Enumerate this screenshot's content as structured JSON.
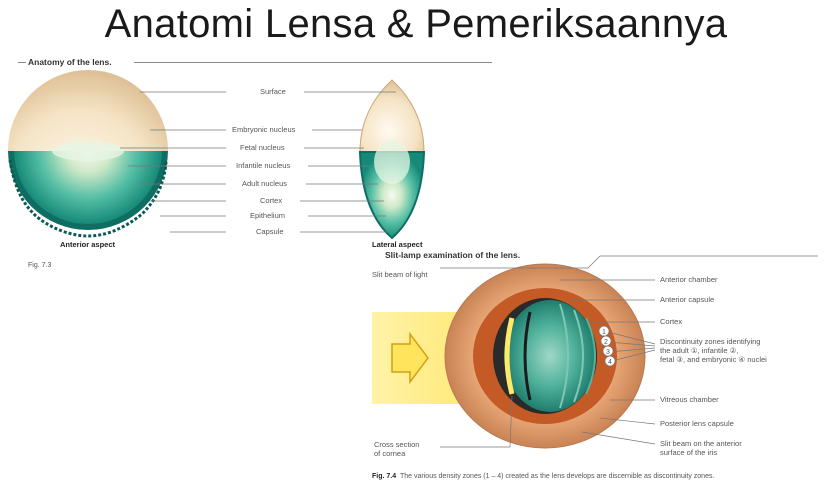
{
  "title": "Anatomi Lensa & Pemeriksaannya",
  "fig1": {
    "heading": "Anatomy of the lens.",
    "labels": [
      "Surface",
      "Embryonic nucleus",
      "Fetal nucleus",
      "Infantile nucleus",
      "Adult nucleus",
      "Cortex",
      "Epithelium",
      "Capsule"
    ],
    "anterior_aspect": "Anterior aspect",
    "lateral_aspect": "Lateral aspect",
    "fig_no": "Fig. 7.3"
  },
  "fig2": {
    "heading": "Slit-lamp examination of the lens.",
    "slit_beam": "Slit beam of light",
    "labels": [
      "Anterior chamber",
      "Anterior capsule",
      "Cortex"
    ],
    "discontinuity": [
      "Discontinuity zones identifying",
      "the adult ①, infantile ②,",
      "fetal ③, and embryonic ④ nuclei"
    ],
    "vitreous": "Vitreous chamber",
    "posterior_capsule": "Posterior lens capsule",
    "slit_anterior": [
      "Slit beam on the anterior",
      "surface of the iris"
    ],
    "cross_section": [
      "Cross section",
      "of cornea"
    ],
    "zone_numbers": [
      "1",
      "2",
      "3",
      "4"
    ],
    "caption_no": "Fig. 7.4",
    "caption": "The various density zones (1 – 4) created as the lens develops are discernible as discontinuity zones."
  }
}
